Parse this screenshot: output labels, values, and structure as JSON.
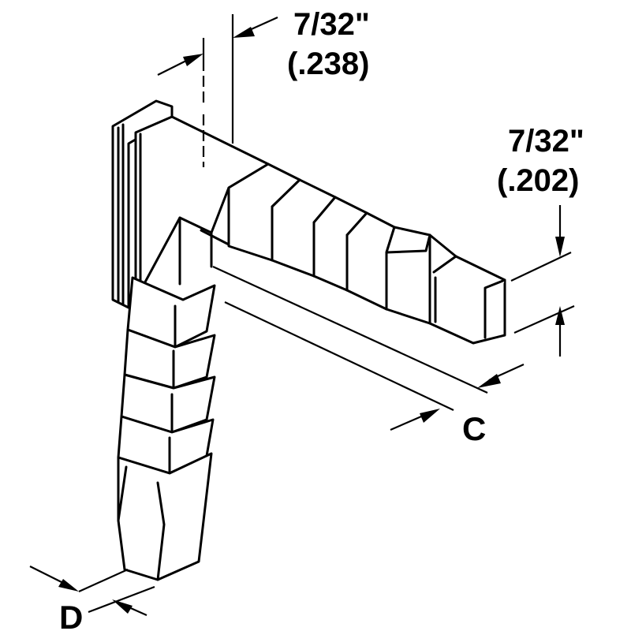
{
  "dimensions": {
    "top_fraction": "7/32\"",
    "top_decimal": "(.238)",
    "right_fraction": "7/32\"",
    "right_decimal": "(.202)",
    "length_label": "C",
    "diameter_label": "D"
  },
  "colors": {
    "line": "#000000",
    "background": "#ffffff"
  }
}
